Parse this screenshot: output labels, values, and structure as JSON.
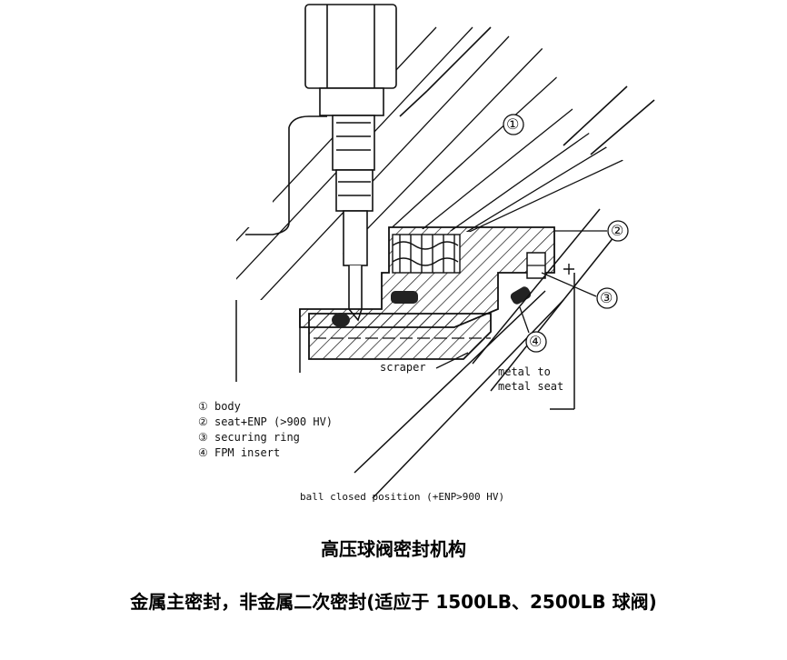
{
  "callouts": {
    "c1": "①",
    "c2": "②",
    "c3": "③",
    "c4": "④"
  },
  "labels": {
    "scraper": "scraper",
    "metal_line1": "metal to",
    "metal_line2": "metal seat",
    "ball_closed": "ball closed position (+ENP>900 HV)"
  },
  "legend": [
    "① body",
    "② seat+ENP (>900 HV)",
    "③ securing ring",
    "④ FPM insert"
  ],
  "caption": {
    "title": "高压球阀密封机构",
    "subtitle": "金属主密封，非金属二次密封(适应于 1500LB、2500LB 球阀)"
  },
  "colors": {
    "ink": "#111111",
    "background": "#ffffff"
  }
}
